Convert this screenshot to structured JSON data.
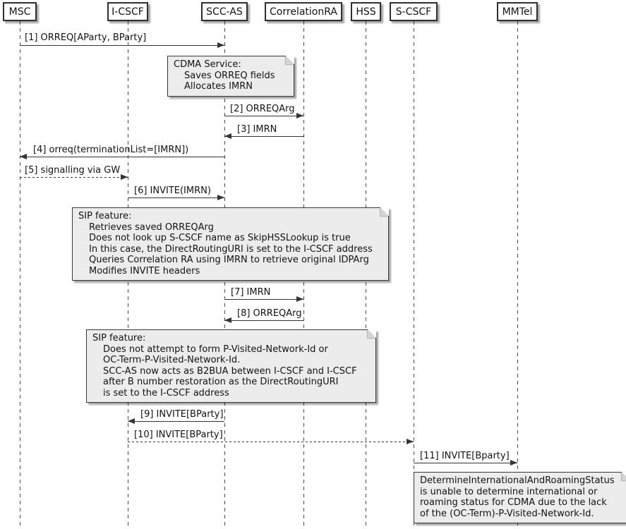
{
  "participants": [
    {
      "label": "MSC"
    },
    {
      "label": "I-CSCF"
    },
    {
      "label": "SCC-AS"
    },
    {
      "label": "CorrelationRA"
    },
    {
      "label": "HSS"
    },
    {
      "label": "S-CSCF"
    },
    {
      "label": "MMTel"
    }
  ],
  "messages": [
    {
      "label": "[1] ORREQ[AParty, BParty]",
      "from": "MSC",
      "to": "SCC-AS",
      "line": "solid"
    },
    {
      "label": "[2] ORREQArg",
      "from": "SCC-AS",
      "to": "CorrelationRA",
      "line": "solid"
    },
    {
      "label": "[3] IMRN",
      "from": "CorrelationRA",
      "to": "SCC-AS",
      "line": "solid"
    },
    {
      "label": "[4] orreq(terminationList=[IMRN])",
      "from": "SCC-AS",
      "to": "MSC",
      "line": "solid"
    },
    {
      "label": "[5] signalling via GW",
      "from": "MSC",
      "to": "I-CSCF",
      "line": "dotted"
    },
    {
      "label": "[6] INVITE(IMRN)",
      "from": "I-CSCF",
      "to": "SCC-AS",
      "line": "solid"
    },
    {
      "label": "[7] IMRN",
      "from": "SCC-AS",
      "to": "CorrelationRA",
      "line": "solid"
    },
    {
      "label": "[8] ORREQArg",
      "from": "CorrelationRA",
      "to": "SCC-AS",
      "line": "solid"
    },
    {
      "label": "[9] INVITE[BParty]",
      "from": "SCC-AS",
      "to": "I-CSCF",
      "line": "solid"
    },
    {
      "label": "[10] INVITE[BParty]",
      "from": "I-CSCF",
      "to": "S-CSCF",
      "line": "dotted"
    },
    {
      "label": "[11] INVITE[Bparty]",
      "from": "S-CSCF",
      "to": "MMTel",
      "line": "solid"
    }
  ],
  "notes": [
    {
      "anchor": "SCC-AS",
      "lines": [
        "CDMA Service:",
        "Saves ORREQ fields",
        "Allocates IMRN"
      ]
    },
    {
      "anchor": "SCC-AS",
      "lines": [
        "SIP feature:",
        "Retrieves saved ORREQArg",
        "Does not look up S-CSCF name as SkipHSSLookup is true",
        "In this case, the DirectRoutingURI is set to the I-CSCF address",
        "Queries Correlation RA using IMRN to retrieve original IDPArg",
        "Modifies INVITE headers"
      ]
    },
    {
      "anchor": "SCC-AS",
      "lines": [
        "SIP feature:",
        "Does not attempt to form P-Visited-Network-Id or",
        "OC-Term-P-Visited-Network-Id.",
        "SCC-AS now acts as B2BUA between I-CSCF and I-CSCF",
        "after B number restoration as the DirectRoutingURI",
        "is set to the I-CSCF address"
      ]
    },
    {
      "anchor": "MMTel",
      "lines": [
        "DetermineInternationalAndRoamingStatus",
        "is unable to determine international or",
        "roaming status for CDMA due to the lack",
        "of the (OC-Term)-P-Visited-Network-Id."
      ]
    }
  ],
  "colors": {
    "background": "#FFFFFF",
    "line": "#353535",
    "participant_fill": "#FEFEFE",
    "note_fill": "#ECECEC",
    "text": "#131313"
  }
}
